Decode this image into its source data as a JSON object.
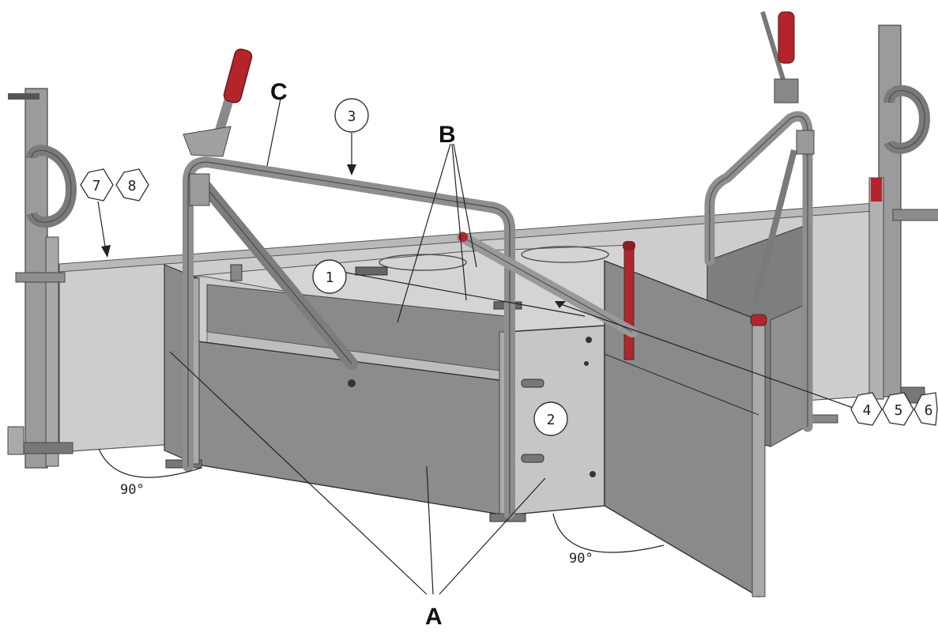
{
  "labels": {
    "A": "A",
    "B": "B",
    "C": "C"
  },
  "callouts": {
    "c1": "1",
    "c2": "2",
    "c3": "3",
    "c4": "4",
    "c5": "5",
    "c6": "6",
    "c7": "7",
    "c8": "8"
  },
  "angles": {
    "left": "90°",
    "right": "90°"
  },
  "colors": {
    "panel_dark": "#8c8c8c",
    "panel_light": "#c9c9c9",
    "frame": "#9a9a9a",
    "accent_red": "#b3242b",
    "line": "#222222"
  }
}
